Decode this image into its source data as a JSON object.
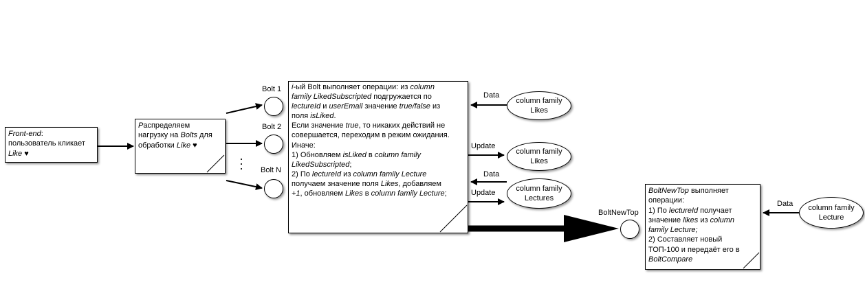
{
  "frontend": {
    "l1": "Front-end",
    "l1b": ":",
    "l2": "пользователь кликает",
    "l3": "Like ♥"
  },
  "distribute": {
    "l1a": "Р",
    "l1b": "аспределяем",
    "l2": "нагрузку на ",
    "l2i": "Bolts",
    "l2b": " для",
    "l3": "обработки ",
    "l3i": "Like ♥"
  },
  "bolts": {
    "b1": "Bolt 1",
    "b2": "Bolt 2",
    "bn": "Bolt N",
    "dots": "· · ·"
  },
  "ops": {
    "l1a": "i",
    "l1b": "-ый Bolt выполняет операции: из ",
    "l1c": "column",
    "l2a": "family LikedSubscripted",
    "l2b": " подгружается по",
    "l3a": "lectureId",
    "l3b": " и ",
    "l3c": "userEmail",
    "l3d": " значение ",
    "l3e": "true/false",
    "l3f": " из",
    "l4a": "поля ",
    "l4b": "isLiked",
    "l4c": ".",
    "l5a": "Если значение ",
    "l5b": "true",
    "l5c": ", то никаких действий не",
    "l6": "совершается, переходим в режим ожидания.",
    "l7": "Иначе:",
    "l8a": "1) Обновляем ",
    "l8b": "isLiked",
    "l8c": " в ",
    "l8d": "column family",
    "l9a": "LikedSubscripted",
    "l9b": ";",
    "l10a": "2) По ",
    "l10b": "lectureId",
    "l10c": " из ",
    "l10d": "column family Lecture",
    "l11a": "получаем значение поля ",
    "l11b": "Likes",
    "l11c": ", добавляем",
    "l12a": "+1",
    "l12b": ", обновляем ",
    "l12c": "Likes",
    "l12d": " в ",
    "l12e": "column family Lecture",
    "l12f": ";"
  },
  "cf": {
    "likes_read": "column family Likes",
    "likes_update": "column family Likes",
    "lectures": "column family Lectures",
    "lecture": "column family Lecture"
  },
  "edges": {
    "data1": "Data",
    "update1": "Update",
    "data2": "Data",
    "update2": "Update",
    "data3": "Data"
  },
  "top": {
    "circle_label": "BoltNewTop",
    "l1a": "BoltNewTop",
    "l1b": " выполняет",
    "l2": "операции:",
    "l3a": "1) По ",
    "l3b": "lectureId",
    "l3c": " получает",
    "l4a": "значение ",
    "l4b": "likes",
    "l4c": " из ",
    "l4d": "column",
    "l5": "family Lecture;",
    "l6": "2) Составляет новый",
    "l7": "ТОП-100 и передаёт его в",
    "l8": "BoltCompare"
  }
}
